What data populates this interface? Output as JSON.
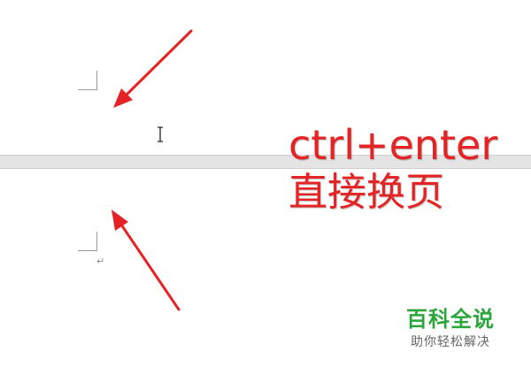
{
  "annotation": {
    "line1": "ctrl+enter",
    "line2": "直接换页",
    "color": "#e52325"
  },
  "watermark": {
    "title": "百科全说",
    "subtitle": "助你轻松解决",
    "title_color": "#2aa539"
  },
  "document": {
    "paragraph_mark": "↵",
    "cursor": "i-beam-cursor"
  }
}
